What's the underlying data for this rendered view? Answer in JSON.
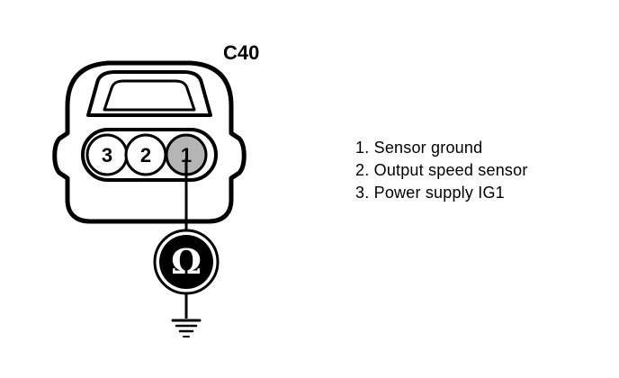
{
  "connector": {
    "label": "C40",
    "pins": [
      {
        "number": "3",
        "highlighted": false
      },
      {
        "number": "2",
        "highlighted": false
      },
      {
        "number": "1",
        "highlighted": true
      }
    ]
  },
  "meter": {
    "symbol": "Ω",
    "icon": "ohmmeter-icon"
  },
  "ground_icon": "ground-icon",
  "legend": [
    "1. Sensor ground",
    "2. Output speed sensor",
    "3. Power supply IG1"
  ],
  "colors": {
    "ink": "#000000",
    "background": "#ffffff",
    "highlight_pin": "#b5b5b5"
  }
}
